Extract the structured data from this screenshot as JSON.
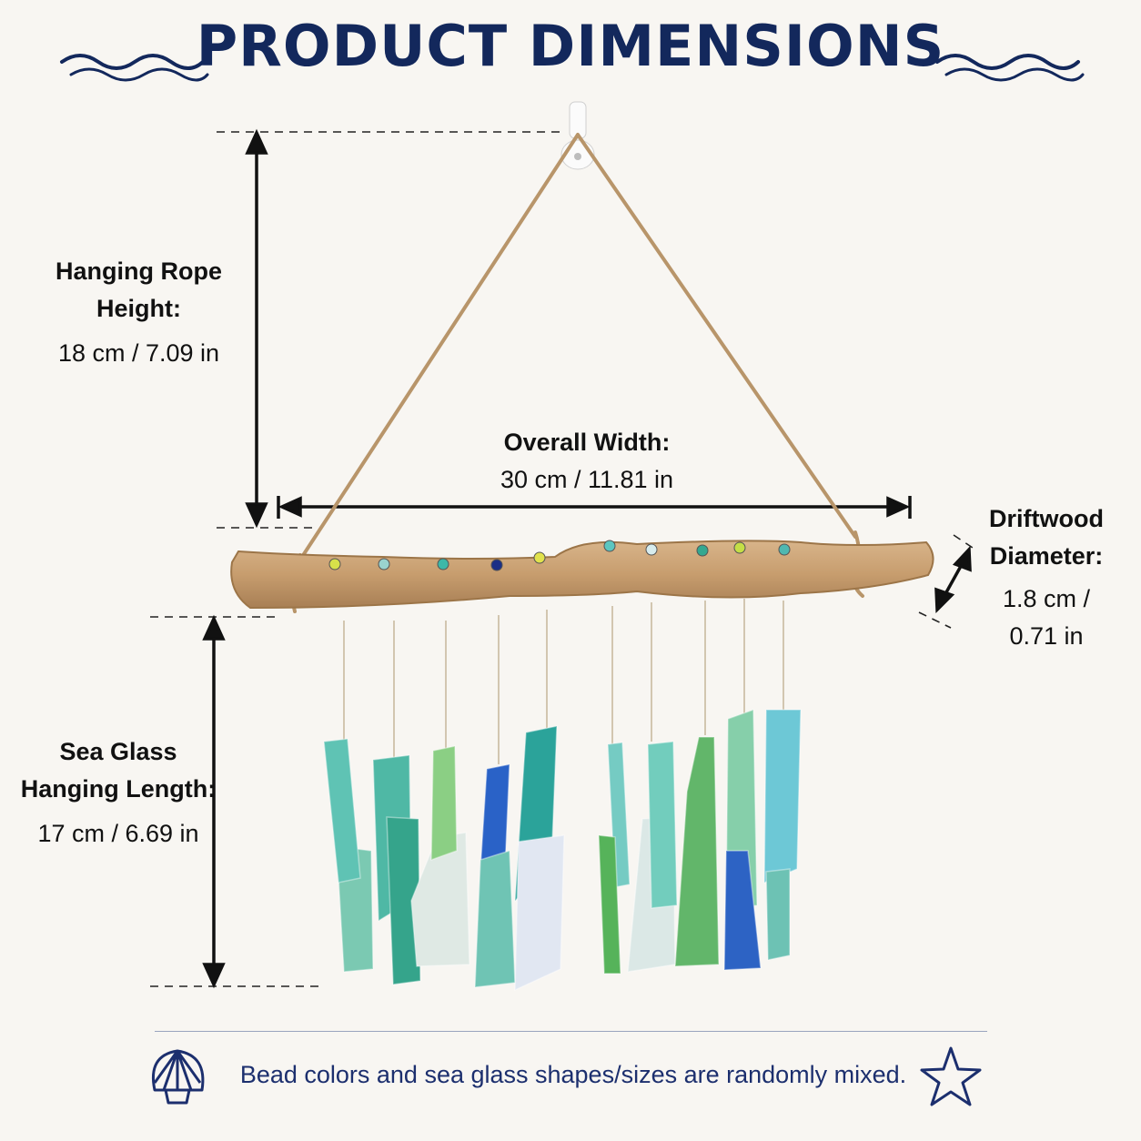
{
  "title": "PRODUCT DIMENSIONS",
  "rope": {
    "heading_line1": "Hanging Rope",
    "heading_line2": "Height:",
    "value": "18 cm / 7.09 in"
  },
  "width": {
    "heading": "Overall Width:",
    "value": "30 cm / 11.81 in"
  },
  "driftwood": {
    "heading_line1": "Driftwood",
    "heading_line2": "Diameter:",
    "value_line1": "1.8 cm /",
    "value_line2": "0.71 in"
  },
  "glass": {
    "heading_line1": "Sea Glass",
    "heading_line2": "Hanging Length:",
    "value": "17 cm / 6.69 in"
  },
  "footer": {
    "note": "Bead colors and sea glass shapes/sizes are randomly mixed.",
    "left_icon": "seashell-icon",
    "right_icon": "starfish-icon"
  },
  "colors": {
    "navy": "#13285c",
    "driftwood": "#c9a37a",
    "rope": "#b8956a"
  }
}
